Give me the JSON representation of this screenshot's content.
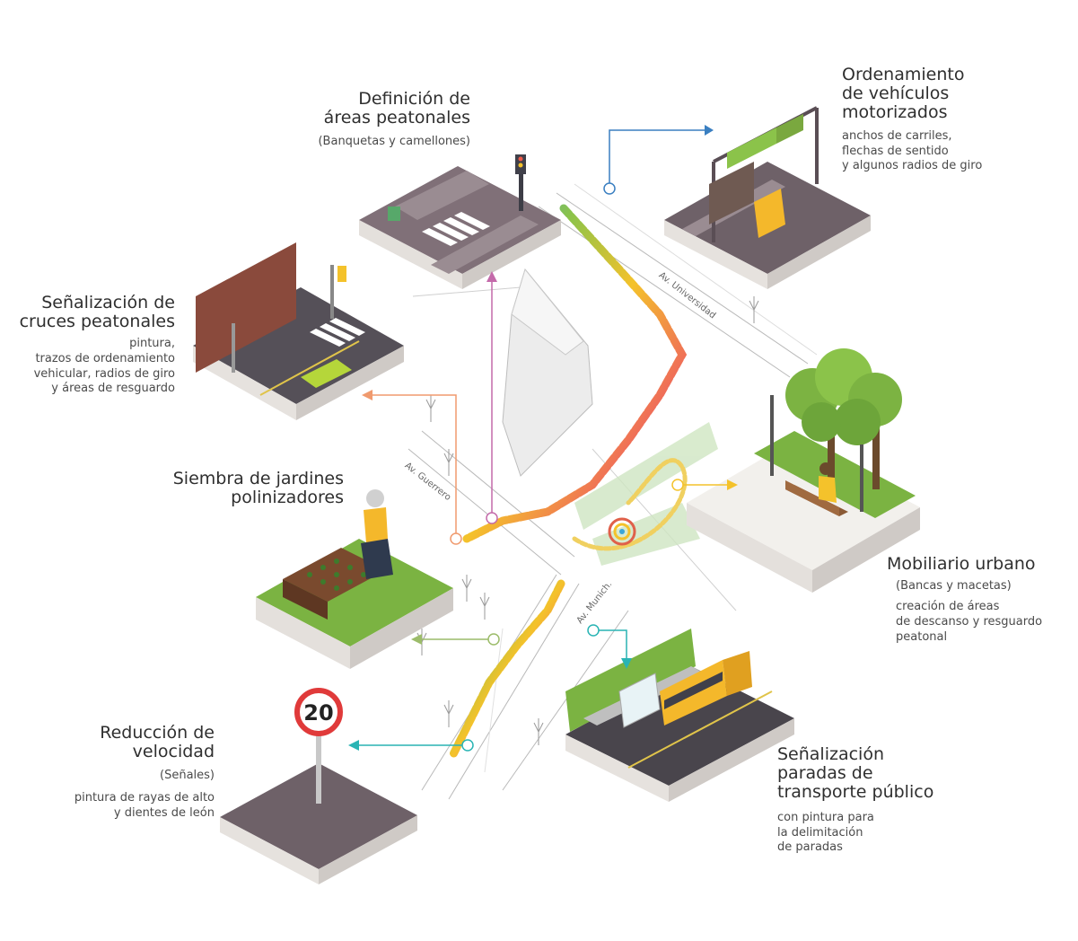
{
  "labels": {
    "peatonales": {
      "title": [
        "Definición de",
        "áreas peatonales"
      ],
      "sub": [
        "(Banquetas y camellones)"
      ]
    },
    "vehiculos": {
      "title": [
        "Ordenamiento",
        "de vehículos",
        "motorizados"
      ],
      "sub": [
        "anchos de carriles,",
        "flechas de sentido",
        "y algunos radios de giro"
      ]
    },
    "cruces": {
      "title": [
        "Señalización de",
        "cruces peatonales"
      ],
      "sub": [
        "pintura,",
        "trazos de ordenamiento",
        "vehicular, radios de giro",
        "y áreas de resguardo"
      ]
    },
    "jardines": {
      "title": [
        "Siembra de jardines",
        "polinizadores"
      ],
      "sub": []
    },
    "mobiliario": {
      "title": [
        "Mobiliario urbano"
      ],
      "sub": [
        "(Bancas y macetas)",
        "creación de áreas",
        "de descanso y resguardo",
        "peatonal"
      ]
    },
    "velocidad": {
      "title": [
        "Reducción de",
        "velocidad"
      ],
      "sub": [
        "(Señales)",
        "pintura de rayas de alto",
        "y dientes de león"
      ]
    },
    "paradas": {
      "title": [
        "Señalización",
        "paradas de",
        "transporte público"
      ],
      "sub": [
        "con pintura para",
        "la delimitación",
        "de paradas"
      ]
    }
  },
  "streets": {
    "universidad": "Av. Universidad",
    "guerrero": "Av. Guerrero",
    "munich": "Av. Munich."
  },
  "sign": {
    "speed": "20"
  },
  "colors": {
    "blue": "#3a7fc1",
    "pink": "#c46aaa",
    "orange": "#f09a6e",
    "green": "#9cbc6a",
    "yellow": "#f4c22b",
    "teal": "#29b4b4"
  }
}
